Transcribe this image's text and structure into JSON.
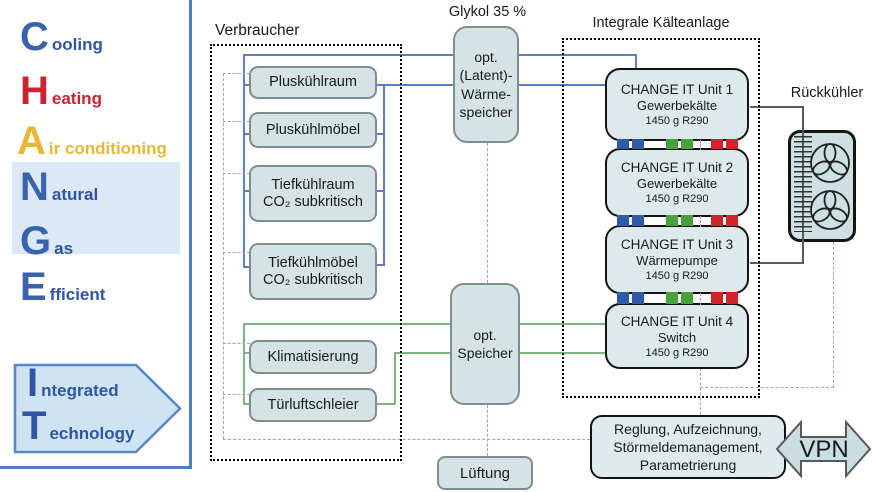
{
  "colors": {
    "box_fill": "#d5e3e4",
    "box_border": "#7c8e90",
    "unit_fill": "#dde9ea",
    "blue_line": "#5b7ec5",
    "green_line": "#7cb67b",
    "purple_line": "#b895cf",
    "gray_line": "#58595b",
    "bus_blue": "#2e5aa8",
    "bus_green": "#46a23c",
    "bus_red": "#d2232a",
    "brand_blue": "#3a63ad",
    "brand_red": "#cd2330",
    "brand_yellow": "#eab637",
    "panel_border": "#4d7fc3",
    "highlight_band": "#dbe8f6",
    "it_arrow_fill": "#cfe4f3"
  },
  "brand": {
    "acronym": [
      {
        "letter": "C",
        "word": "ooling"
      },
      {
        "letter": "H",
        "word": "eating"
      },
      {
        "letter": "A",
        "word": "ir conditioning"
      },
      {
        "letter": "N",
        "word": "atural"
      },
      {
        "letter": "G",
        "word": "as"
      },
      {
        "letter": "E",
        "word": "fficient"
      }
    ],
    "it": [
      {
        "letter": "I",
        "word": "ntegrated"
      },
      {
        "letter": "T",
        "word": "echnology"
      }
    ]
  },
  "verbraucher": {
    "title": "Verbraucher",
    "boxes": [
      {
        "line1": "Pluskühlraum",
        "line2": ""
      },
      {
        "line1": "Pluskühlmöbel",
        "line2": ""
      },
      {
        "line1": "Tiefkühlraum",
        "line2": "CO₂ subkritisch"
      },
      {
        "line1": "Tiefkühlmöbel",
        "line2": "CO₂ subkritisch"
      },
      {
        "line1": "Klimatisierung",
        "line2": ""
      },
      {
        "line1": "Türluftschleier",
        "line2": ""
      }
    ]
  },
  "middle": {
    "glykol_label": "Glykol 35 %",
    "latent_storage": {
      "line1": "opt.",
      "line2": "(Latent)-",
      "line3": "Wärme-",
      "line4": "speicher"
    },
    "storage": {
      "line1": "opt.",
      "line2": "Speicher"
    },
    "ventilation": "Lüftung"
  },
  "kaelteanlage": {
    "title": "Integrale Kälteanlage",
    "units": [
      {
        "name": "CHANGE IT Unit 1",
        "function": "Gewerbekälte",
        "refrigerant": "1450 g R290"
      },
      {
        "name": "CHANGE IT Unit 2",
        "function": "Gewerbekälte",
        "refrigerant": "1450 g R290"
      },
      {
        "name": "CHANGE IT Unit 3",
        "function": "Wärmepumpe",
        "refrigerant": "1450 g R290"
      },
      {
        "name": "CHANGE IT Unit 4",
        "function": "Switch",
        "refrigerant": "1450 g R290"
      }
    ]
  },
  "recooler": {
    "title": "Rückkühler"
  },
  "control": {
    "line1": "Reglung, Aufzeichnung,",
    "line2": "Störmeldemanagement,",
    "line3": "Parametrierung",
    "vpn": "VPN"
  }
}
